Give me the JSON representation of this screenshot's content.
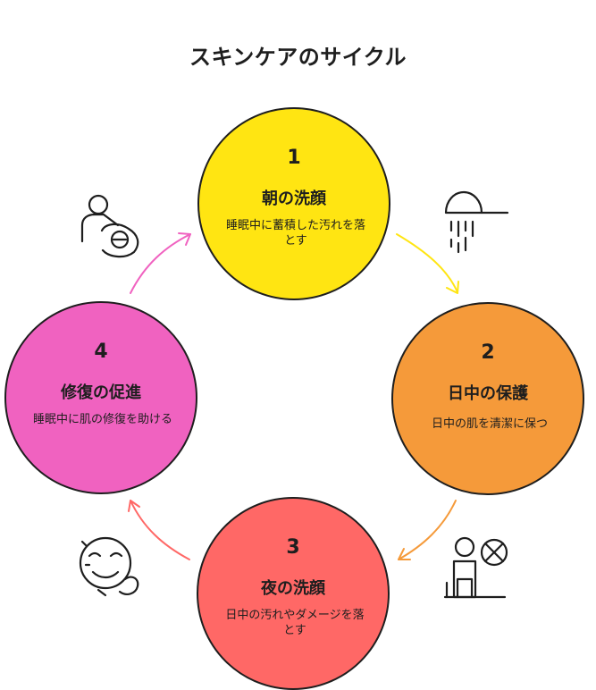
{
  "title": "スキンケアのサイクル",
  "steps": [
    {
      "number": "1",
      "name": "朝の洗顔",
      "description": "睡眠中に蓄積した汚れを落とす",
      "color": "#ffe512",
      "icon": "face-wash-icon"
    },
    {
      "number": "2",
      "name": "日中の保護",
      "description": "日中の肌を清潔に保つ",
      "color": "#f59a3a",
      "icon": "shower-icon"
    },
    {
      "number": "3",
      "name": "夜の洗顔",
      "description": "日中の汚れやダメージを落とす",
      "color": "#ff6866",
      "icon": "no-sitting-icon"
    },
    {
      "number": "4",
      "name": "修復の促進",
      "description": "睡眠中に肌の修復を助ける",
      "color": "#f062c0",
      "icon": "face-care-icon"
    }
  ],
  "arrow_colors": [
    "#ffe512",
    "#f59a3a",
    "#ff6866",
    "#f062c0"
  ]
}
